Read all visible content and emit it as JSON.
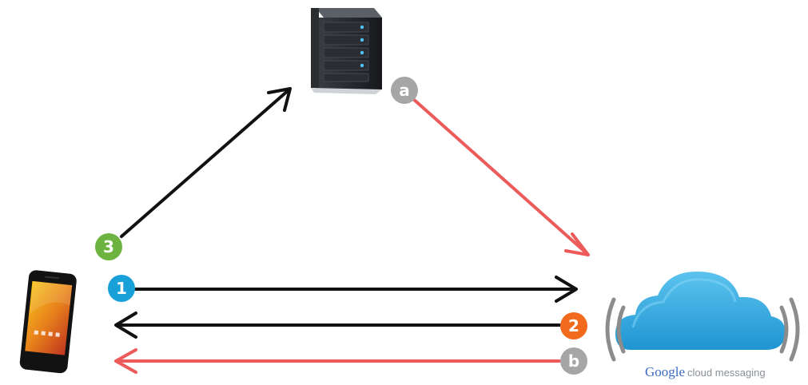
{
  "diagram": {
    "nodes": {
      "server": {
        "label": "server"
      },
      "phone": {
        "label": "phone"
      },
      "cloud": {
        "label": "cloud"
      }
    },
    "badges": {
      "one": {
        "text": "1",
        "color": "#1aa0d8"
      },
      "two": {
        "text": "2",
        "color": "#f26a1b"
      },
      "three": {
        "text": "3",
        "color": "#6cb33f"
      },
      "a": {
        "text": "a",
        "color": "#a6a6a6"
      },
      "b": {
        "text": "b",
        "color": "#a6a6a6"
      }
    },
    "colors": {
      "arrow_black": "#111111",
      "arrow_red": "#ec5a5a",
      "cloud": "#38aee3"
    },
    "cloud_caption": {
      "brand": "Google",
      "rest": "cloud messaging"
    }
  }
}
